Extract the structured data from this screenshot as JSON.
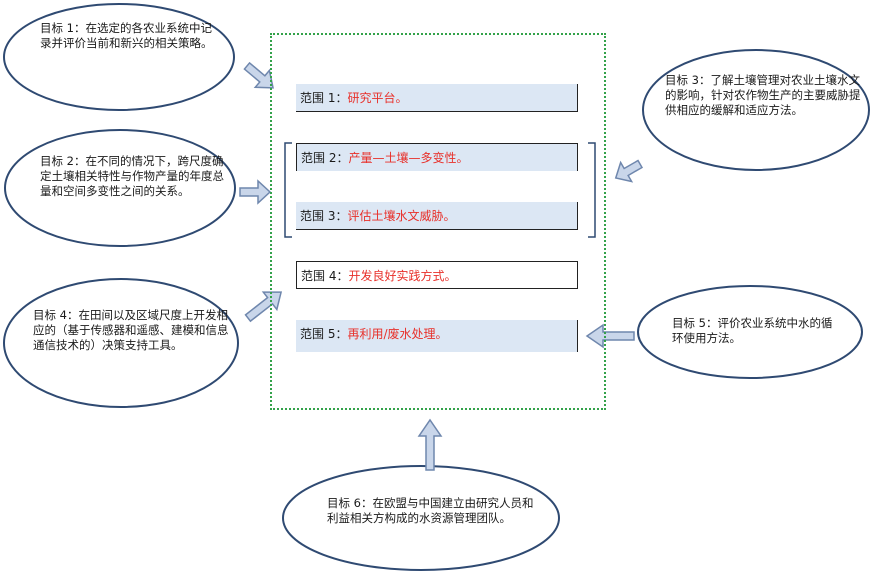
{
  "goals": {
    "g1": "目标 1：在选定的各农业系统中记录并评价当前和新兴的相关策略。",
    "g2": "目标 2：在不同的情况下，跨尺度确定土壤相关特性与作物产量的年度总量和空间多变性之间的关系。",
    "g3": "目标 3：了解土壤管理对农业土壤水文的影响，针对农作物生产的主要威胁提供相应的缓解和适应方法。",
    "g4": "目标 4：在田间以及区域尺度上开发相应的（基于传感器和遥感、建模和信息通信技术的）决策支持工具。",
    "g5": "目标 5：评价农业系统中水的循环使用方法。",
    "g6": "目标 6：在欧盟与中国建立由研究人员和利益相关方构成的水资源管理团队。"
  },
  "scopes": [
    {
      "label": "范围 1：",
      "text": "研究平台。"
    },
    {
      "label": "范围 2：",
      "text": "产量—土壤—多变性。"
    },
    {
      "label": "范围 3：",
      "text": "评估土壤水文威胁。"
    },
    {
      "label": "范围 4：",
      "text": "开发良好实践方式。"
    },
    {
      "label": "范围 5：",
      "text": "再利用/废水处理。"
    }
  ],
  "colors": {
    "scope_fill": "#dce7f4",
    "scope_text": "#e8302a",
    "container_border": "#33a24a",
    "arrow_fill": "#c9d6ea",
    "arrow_stroke": "#6f87ad",
    "ellipse_stroke": "#2f4a72"
  }
}
